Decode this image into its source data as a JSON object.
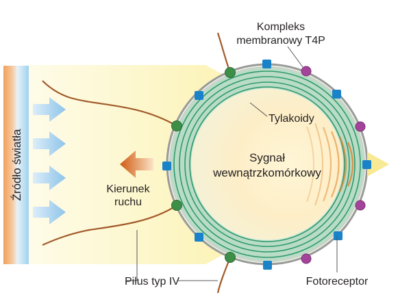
{
  "labels": {
    "light_source": "Źródło światła",
    "t4p_complex_line1": "Kompleks",
    "t4p_complex_line2": "membranowy T4P",
    "thylakoids": "Tylakoidy",
    "signal_line1": "Sygnał",
    "signal_line2": "wewnątrzkomórkowy",
    "direction_line1": "Kierunek",
    "direction_line2": "ruchu",
    "pilus": "Pilus typ IV",
    "photoreceptor": "Fotoreceptor"
  },
  "colors": {
    "light_bar_orange": "#f2a05a",
    "light_bar_blue": "#9fd3ee",
    "light_arrows": "#a8d4f0",
    "beam_yellow": "#fbf3b0",
    "thylakoid_band": "#b9dcc7",
    "thylakoid_line": "#2f9a6b",
    "membrane": "#9a9a9a",
    "t4p_complex_green": "#3d8f47",
    "photoreceptor_purple": "#a3449a",
    "blue_square": "#1a82c8",
    "pilus_brown": "#a15a2a",
    "signal_orange": "#e07b20",
    "direction_arrow": "#d4601a"
  },
  "icons": {
    "light_arrow": "right-arrow-icon",
    "direction_arrow": "left-arrow-icon"
  }
}
